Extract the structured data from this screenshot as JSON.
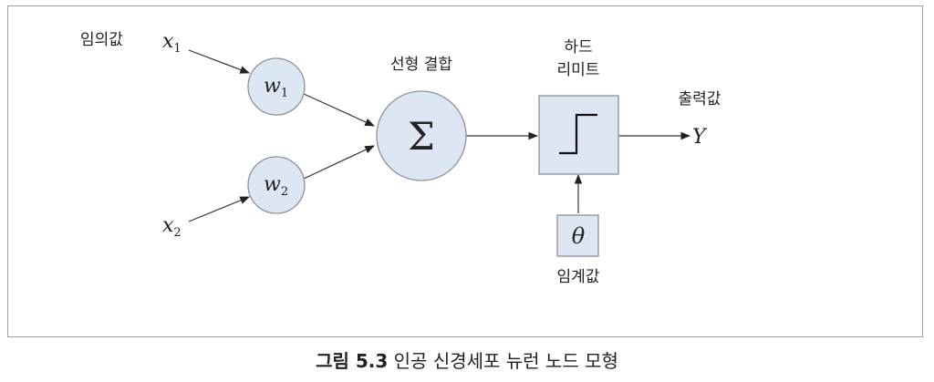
{
  "labels": {
    "input_value": "임의값",
    "linear_combination": "선형 결합",
    "hard_limit_line1": "하드",
    "hard_limit_line2": "리미트",
    "output_value": "출력값",
    "threshold_value": "임계값"
  },
  "symbols": {
    "x": "x",
    "w": "w",
    "sub1": "1",
    "sub2": "2",
    "sigma": "Σ",
    "theta": "θ",
    "output": "Y"
  },
  "caption": {
    "label": "그림 5.3",
    "text": "인공 신경세포 뉴런 노드 모형"
  },
  "colors": {
    "node_fill": "#dde7f4",
    "stroke": "#333333"
  }
}
